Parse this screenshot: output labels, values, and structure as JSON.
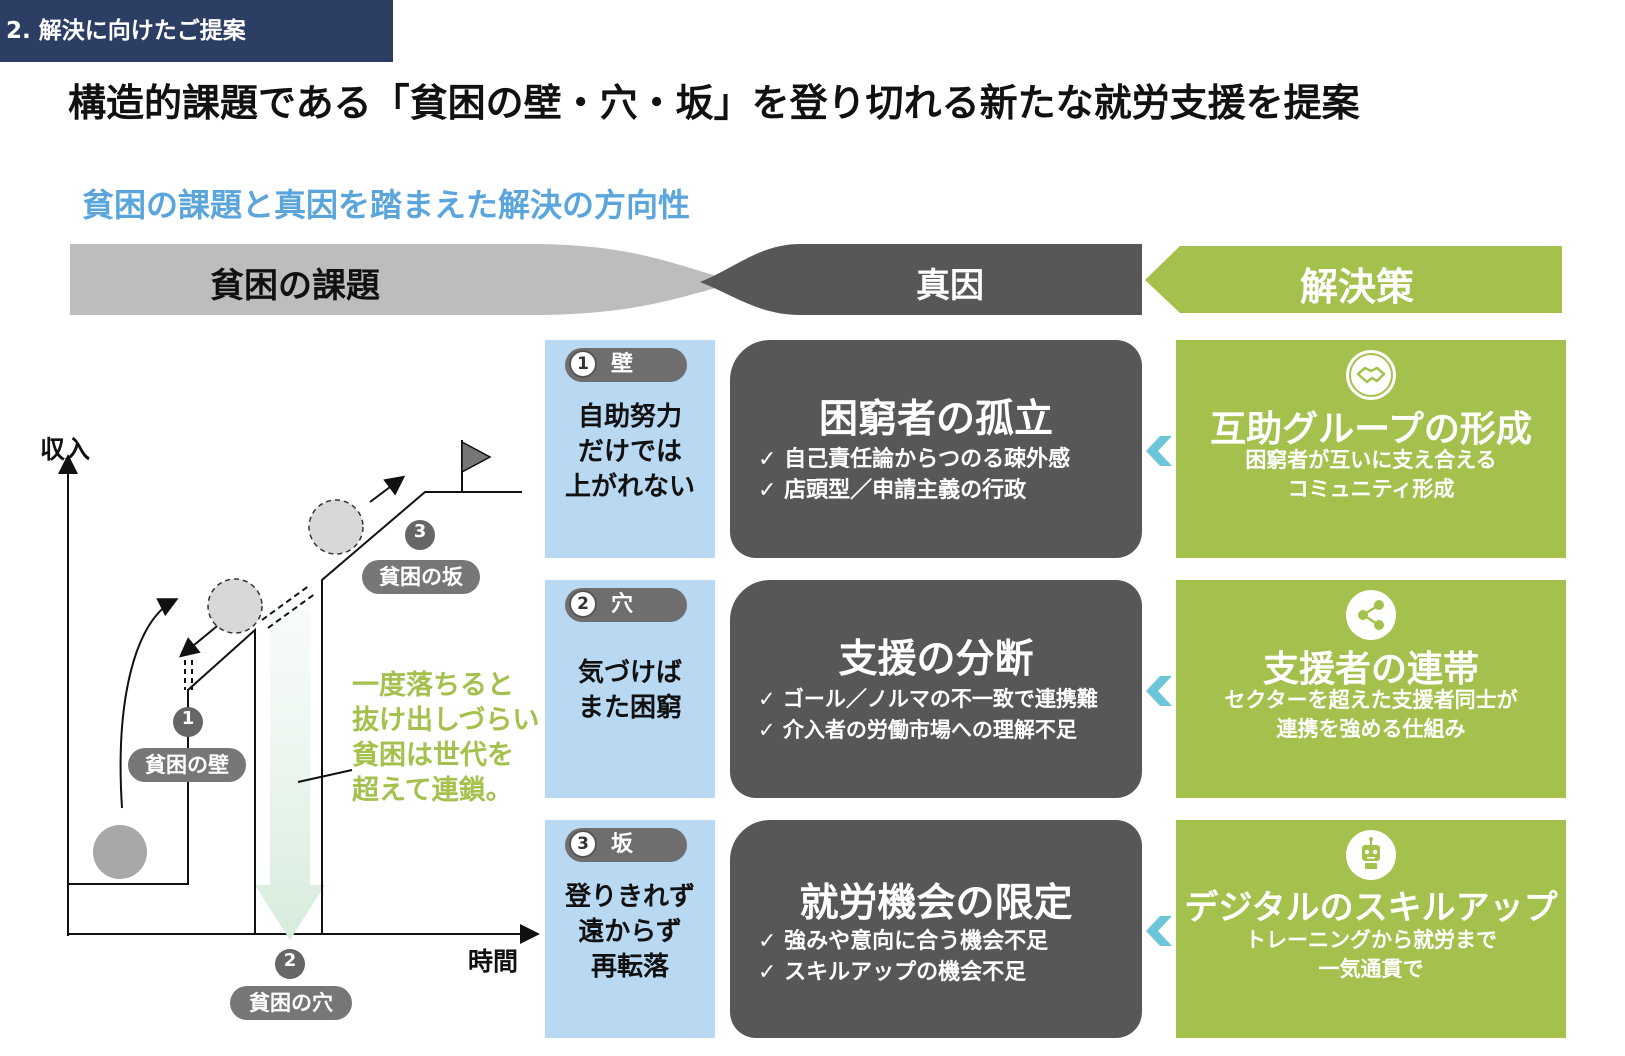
{
  "section_tag": "2. 解決に向けたご提案",
  "main_title": "構造的課題である「貧困の壁・穴・坂」を登り切れる新たな就労支援を提案",
  "subtitle": "貧困の課題と真因を踏まえた解決の方向性",
  "headers": {
    "problem": "貧困の課題",
    "cause": "真因",
    "solution": "解決策"
  },
  "diagram": {
    "y_axis": "収入",
    "x_axis": "時間",
    "callout": [
      "一度落ちると",
      "抜け出しづらい",
      "貧困は世代を",
      "超えて連鎖。"
    ],
    "markers": [
      {
        "num": "1",
        "label": "貧困の壁"
      },
      {
        "num": "2",
        "label": "貧困の穴"
      },
      {
        "num": "3",
        "label": "貧困の坂"
      }
    ]
  },
  "rows": [
    {
      "num": "1",
      "tag": "壁",
      "problem_lines": [
        "自助努力",
        "だけでは",
        "上がれない"
      ],
      "cause_title": "困窮者の孤立",
      "cause_bullets": [
        "✓ 自己責任論からつのる疎外感",
        "✓ 店頭型／申請主義の行政"
      ],
      "solution_icon": "handshake-icon",
      "solution_title": "互助グループの形成",
      "solution_desc": [
        "困窮者が互いに支え合える",
        "コミュニティ形成"
      ]
    },
    {
      "num": "2",
      "tag": "穴",
      "problem_lines": [
        "気づけば",
        "また困窮"
      ],
      "cause_title": "支援の分断",
      "cause_bullets": [
        "✓ ゴール／ノルマの不一致で連携難",
        "✓ 介入者の労働市場への理解不足"
      ],
      "solution_icon": "share-icon",
      "solution_title": "支援者の連帯",
      "solution_desc": [
        "セクターを超えた支援者同士が",
        "連携を強める仕組み"
      ]
    },
    {
      "num": "3",
      "tag": "坂",
      "problem_lines": [
        "登りきれず",
        "遠からず",
        "再転落"
      ],
      "cause_title": "就労機会の限定",
      "cause_bullets": [
        "✓ 強みや意向に合う機会不足",
        "✓ スキルアップの機会不足"
      ],
      "solution_icon": "robot-icon",
      "solution_title": "デジタルのスキルアップ",
      "solution_desc": [
        "トレーニングから就労まで",
        "一気通貫で"
      ]
    }
  ],
  "colors": {
    "navy": "#2c3e63",
    "subtitle_blue": "#5aa6dc",
    "light_blue": "#b9d8f1",
    "dark_gray": "#575757",
    "green": "#a4c14d",
    "callout_green": "#a4c14d",
    "chevron_cyan": "#6cc5d9"
  }
}
